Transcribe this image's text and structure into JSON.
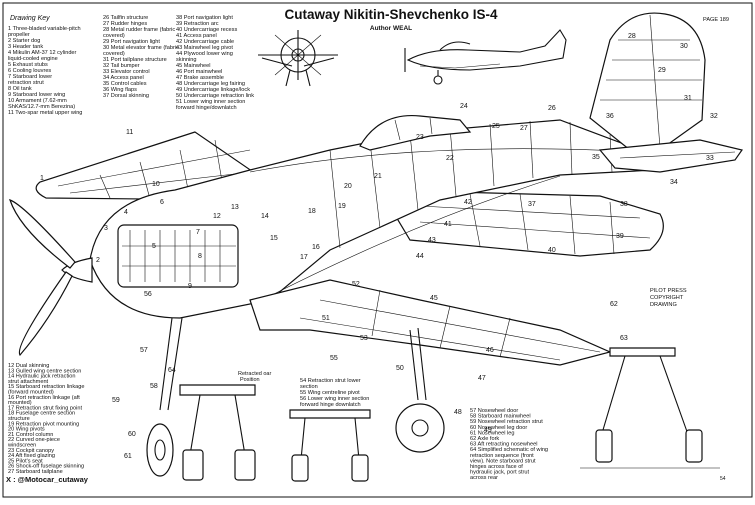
{
  "title": "Cutaway Nikitin-Shevchenko IS-4",
  "author": "Author WEAL",
  "page": "PAGE 189",
  "copyright": [
    "PILOT PRESS",
    "COPYRIGHT",
    "DRAWING"
  ],
  "key_heading": "Drawing Key",
  "key_col1": [
    "1 Three-bladed variable-pitch",
    "propeller",
    "2 Starter dog",
    "3 Header tank",
    "4 Mikulin AM-37 12 cylinder",
    "liquid-cooled engine",
    "5 Exhaust stubs",
    "6 Cooling louvres",
    "7 Starboard lower",
    "retraction strut",
    "8 Oil tank",
    "9 Starboard lower wing",
    "10 Armament (7.62-mm",
    "ShKAS/12.7-mm Berezina)",
    "11 Two-spar metal upper wing"
  ],
  "key_col2": [
    "26 Tailfin structure",
    "27 Rudder hinges",
    "28 Metal rudder frame (fabric",
    "covered)",
    "29 Port navigation light",
    "30 Metal elevator frame (fabric",
    "covered)",
    "31 Port tailplane structure",
    "32 Tail bumper",
    "33 Elevator control",
    "34 Access panel",
    "35 Control cables",
    "36 Wing flaps",
    "37 Dorsal skinning"
  ],
  "key_col3": [
    "38 Port navigation light",
    "39 Retraction arc",
    "40 Undercarriage recess",
    "41 Access panel",
    "42 Undercarriage cable",
    "43 Mainwheel leg pivot",
    "44 Plywood lower wing",
    "skinning",
    "45 Mainwheel",
    "46 Port mainwheel",
    "47 Brake assemble",
    "48 Undercarriage leg fairing",
    "49 Undercarriage linkage/lock",
    "50 Undercarriage retraction link",
    "51 Lower wing inner section",
    "forward hinge/downlatch"
  ],
  "key_bottom_left": [
    "12 Dual skinning",
    "13 Gulled wing centre section",
    "14 Hydraulic jack retraction",
    "strut attachment",
    "15 Starboard retraction linkage",
    "(forward mounted)",
    "16 Port retraction linkage (aft",
    "mounted)",
    "17 Retraction strut fixing point",
    "18 Fuselage centre section",
    "structure",
    "19 Retraction pivot mounting",
    "20 Wing pivots",
    "21 Control column",
    "22 Curved one-piece",
    "windscreen",
    "23 Cockpit canopy",
    "24 Aft fixed glazing",
    "25 Pilot's seat",
    "26 Shock-off fuselage skinning",
    "27 Starboard tailplane"
  ],
  "key_bottom_mid": [
    "54 Retraction strut lower",
    "section",
    "55 Wing centreline pivot",
    "56 Lower wing inner section",
    "forward hinge downlatch"
  ],
  "key_bottom_right": [
    "57 Nosewheel door",
    "58 Starboard mainwheel",
    "59 Nosewheel retraction strut",
    "60 Nosewheel leg door",
    "61 Nosewheel leg",
    "62 Axle fork",
    "63 Aft retracting nosewheel",
    "64 Simplified schematic of wing",
    "retraction sequence (front",
    "view). Note starboard strut",
    "hinges across face of",
    "hydraulic jack, port strut",
    "across rear"
  ],
  "retracted_label": [
    "Retracted oar",
    "Position"
  ],
  "credit": "X : @Motocar_cutaway",
  "corner_mark": "54",
  "callouts": [
    "1",
    "2",
    "3",
    "4",
    "5",
    "6",
    "7",
    "8",
    "9",
    "10",
    "11",
    "12",
    "13",
    "14",
    "15",
    "16",
    "17",
    "18",
    "19",
    "20",
    "21",
    "22",
    "23",
    "24",
    "25",
    "26",
    "27",
    "28",
    "29",
    "30",
    "31",
    "32",
    "33",
    "34",
    "35",
    "36",
    "37",
    "38",
    "39",
    "40",
    "41",
    "42",
    "43",
    "44",
    "45",
    "46",
    "47",
    "48",
    "49",
    "50",
    "51",
    "52",
    "53",
    "55",
    "56",
    "57",
    "58",
    "59",
    "60",
    "61",
    "62",
    "63",
    "64"
  ]
}
